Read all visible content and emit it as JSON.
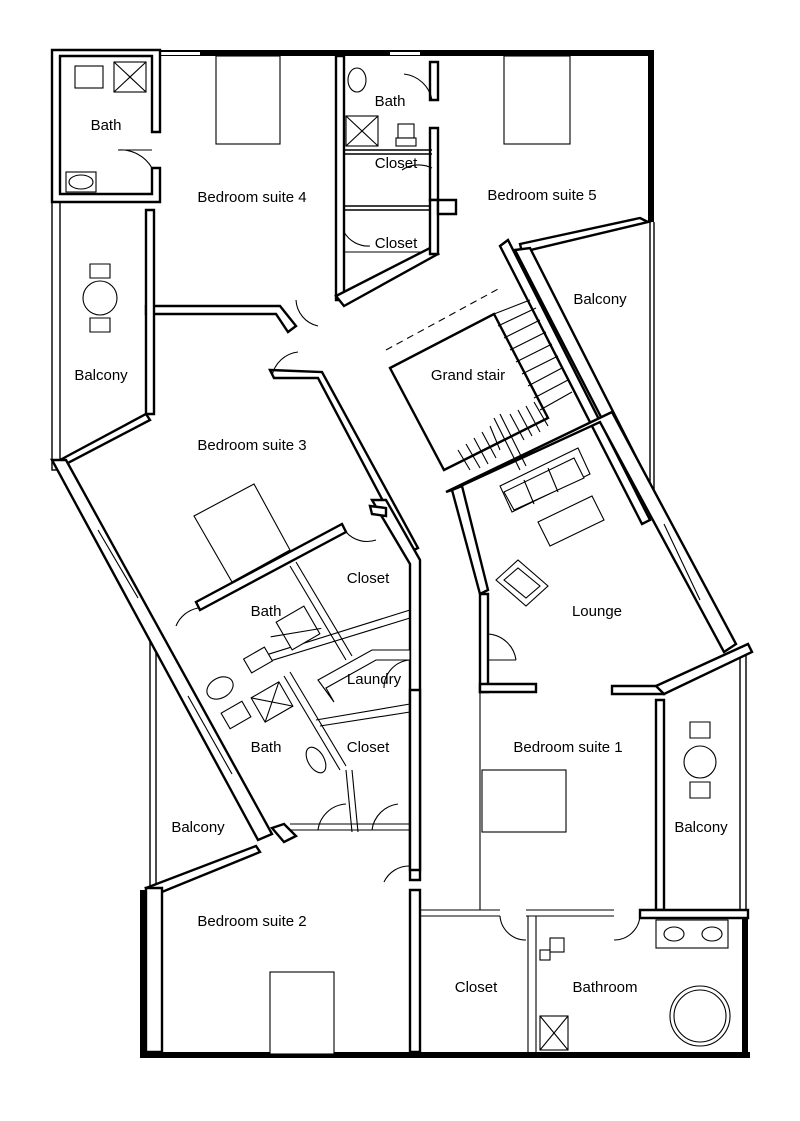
{
  "rooms": {
    "bath_nw": "Bath",
    "bedroom4": "Bedroom suite 4",
    "bath_n": "Bath",
    "closet_n1": "Closet",
    "closet_n2": "Closet",
    "bedroom5": "Bedroom suite 5",
    "balcony_ne": "Balcony",
    "balcony_w": "Balcony",
    "grand_stair": "Grand stair",
    "bedroom3": "Bedroom suite 3",
    "closet_mid": "Closet",
    "bath_mid": "Bath",
    "laundry": "Laundry",
    "bath_low": "Bath",
    "closet_low": "Closet",
    "lounge": "Lounge",
    "bedroom1": "Bedroom suite 1",
    "balcony_sw": "Balcony",
    "balcony_se": "Balcony",
    "bedroom2": "Bedroom suite 2",
    "closet_s": "Closet",
    "bathroom": "Bathroom"
  }
}
